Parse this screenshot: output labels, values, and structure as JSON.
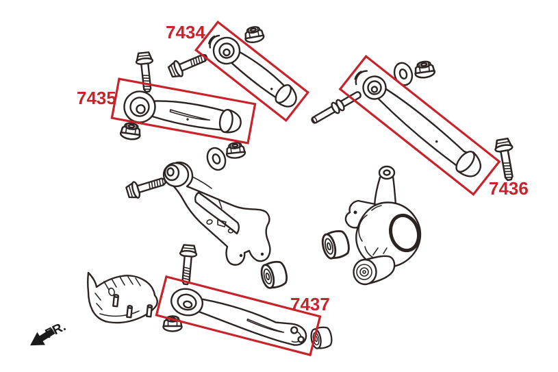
{
  "diagram": {
    "part_labels": [
      "7434",
      "7435",
      "7436",
      "7437"
    ],
    "direction_label": "FR.",
    "colors": {
      "highlight": "#c8232b",
      "line": "#2b2423",
      "background": "#ffffff",
      "arrow": "#1a1a1a"
    }
  }
}
